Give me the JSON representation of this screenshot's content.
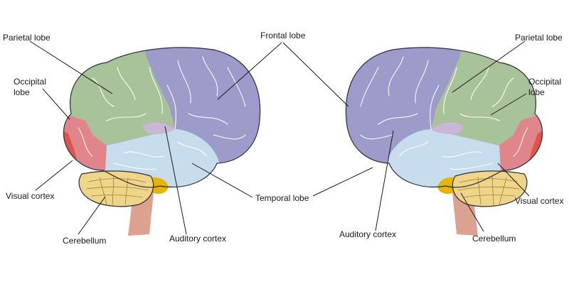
{
  "colors": {
    "frontal": "#9c9bc9",
    "parietal": "#a8c29a",
    "occipital": "#e0868a",
    "visual": "#df5448",
    "temporal": "#c7dcec",
    "auditory": "#c9b6d9",
    "cerebellum": "#efd58a",
    "pons": "#e8b400",
    "stem": "#dda28f",
    "line": "#1a1a1a"
  },
  "left_brain": {
    "parietal": "Parietal lobe",
    "occipital": [
      "Occipital",
      "lobe"
    ],
    "visual": "Visual cortex",
    "cerebellum": "Cerebellum",
    "frontal": "Frontal lobe",
    "temporal": "Temporal lobe",
    "auditory": "Auditory cortex"
  },
  "right_brain": {
    "parietal": "Parietal lobe",
    "occipital": [
      "Occipital",
      "lobe"
    ],
    "visual": "Visual cortex",
    "cerebellum": "Cerebellum",
    "auditory": "Auditory cortex"
  }
}
